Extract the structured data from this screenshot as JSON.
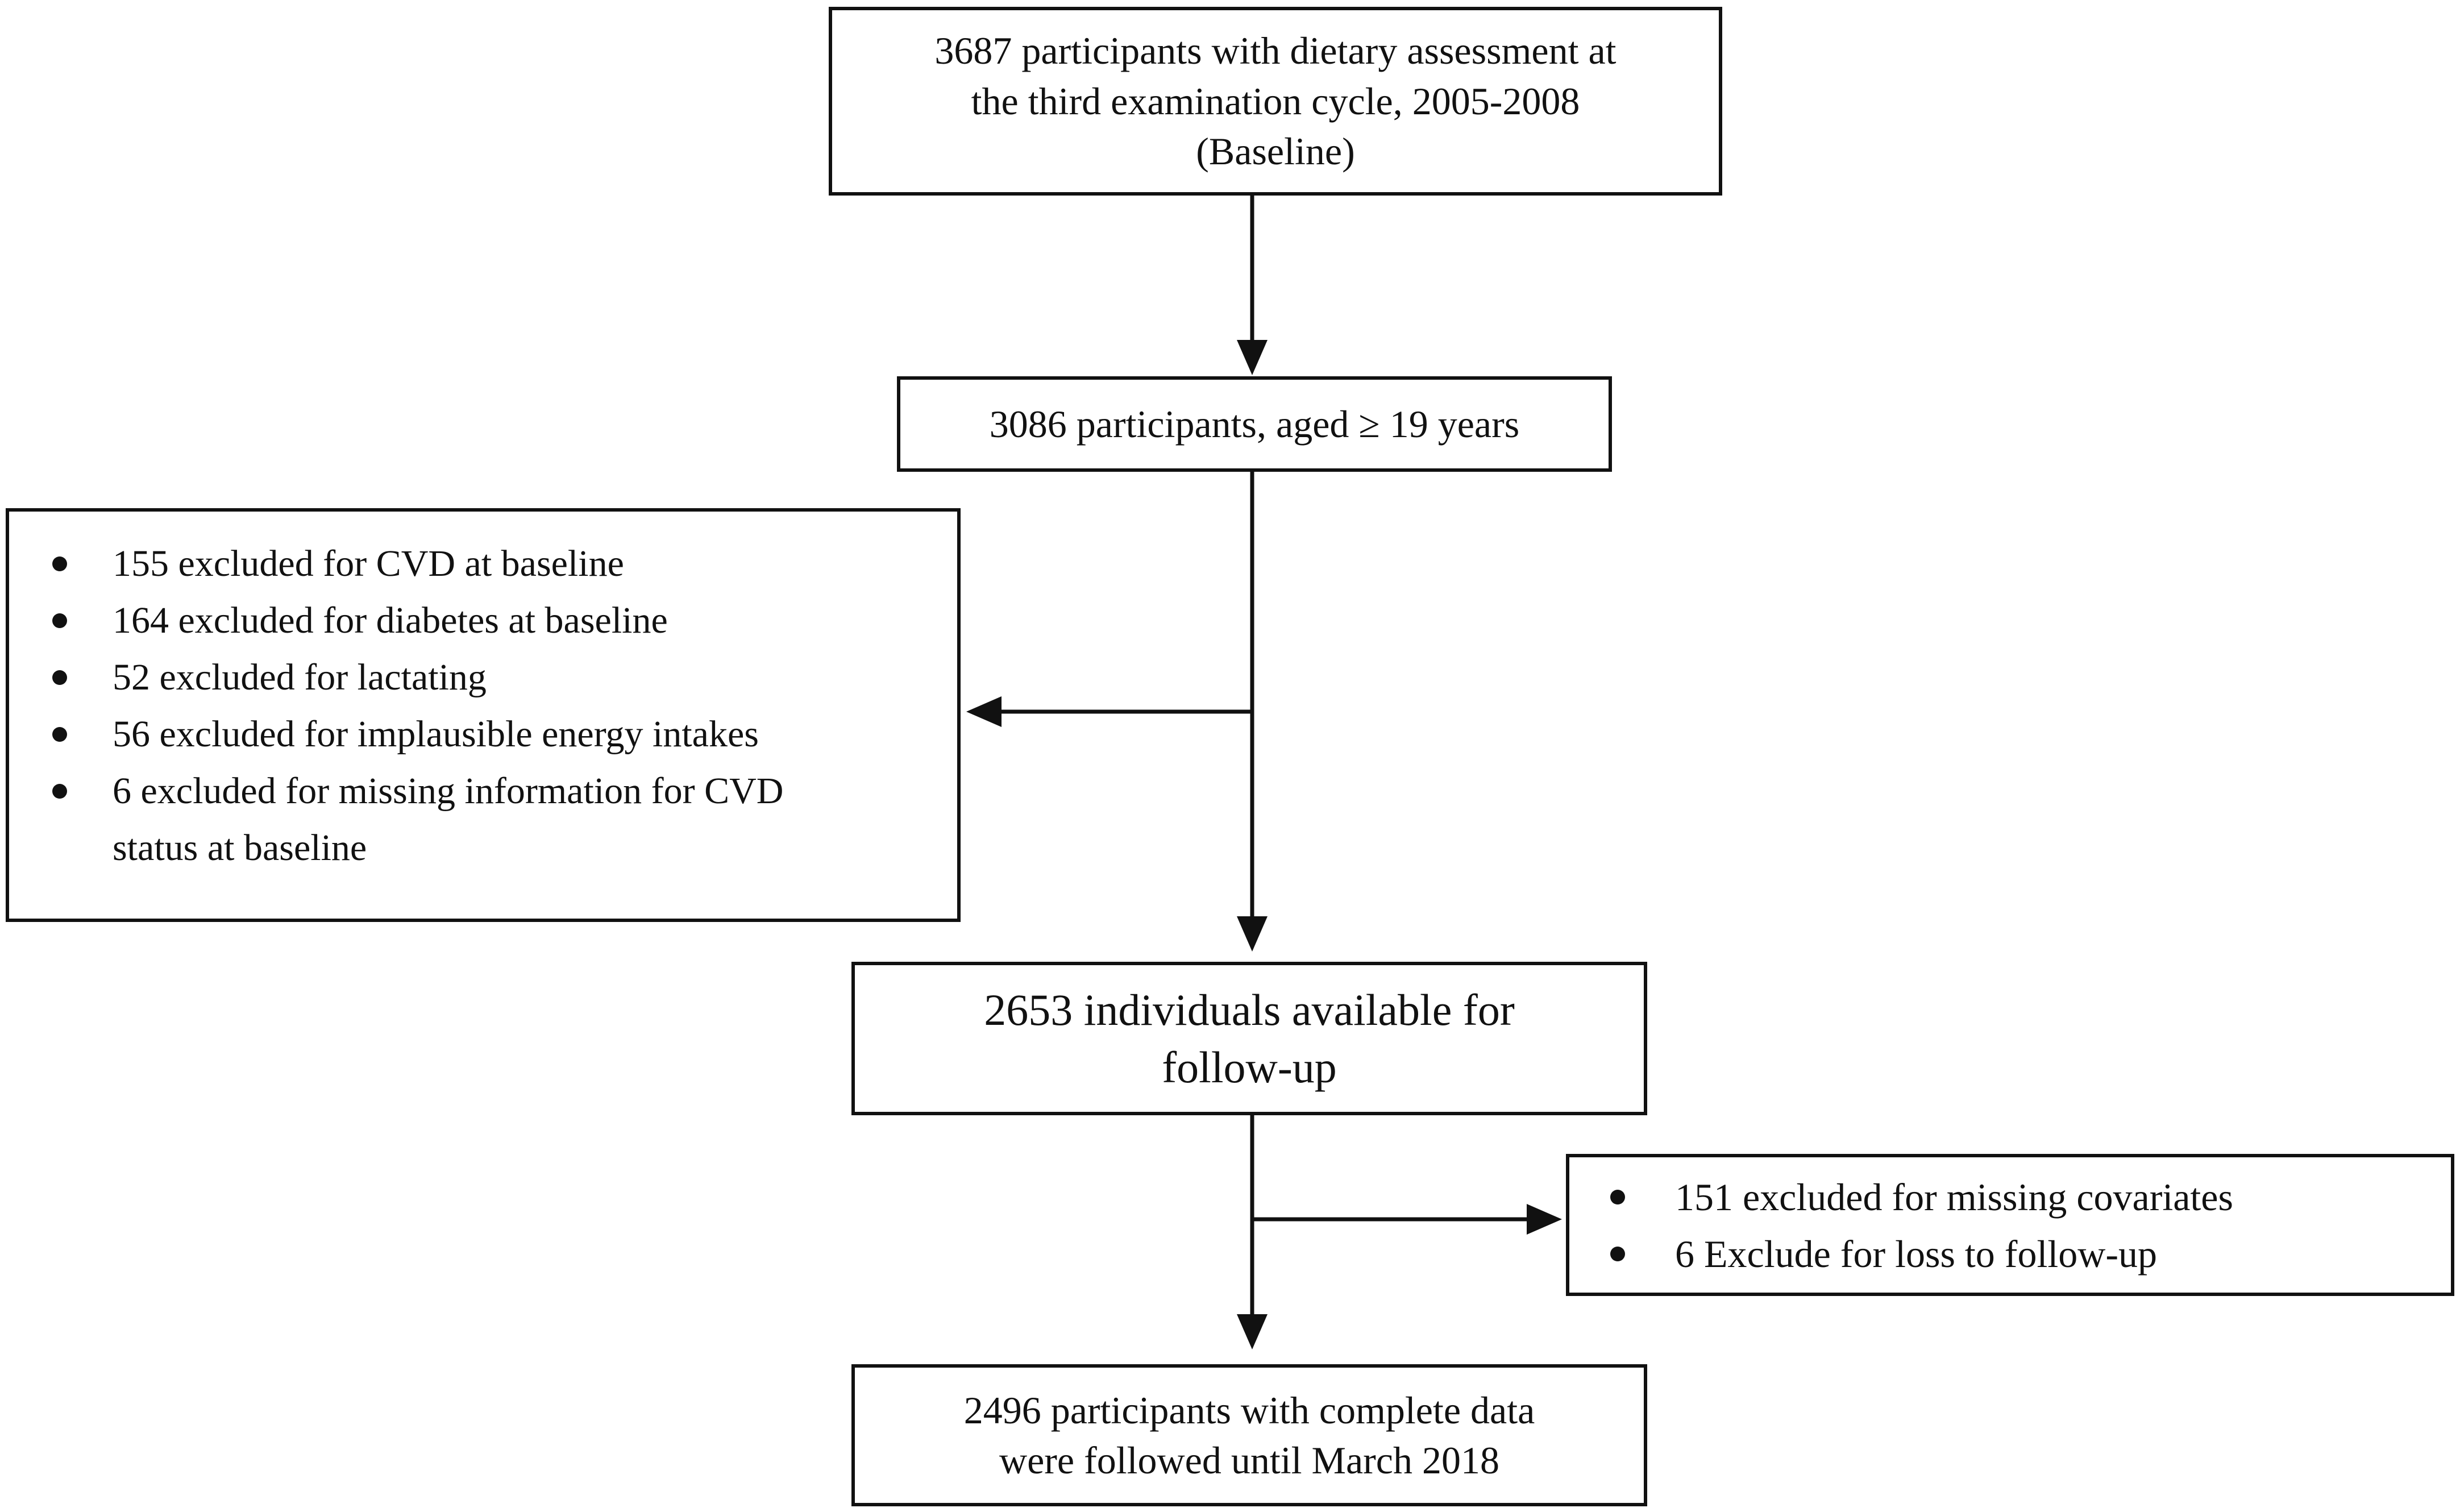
{
  "flowchart": {
    "baseline_box": {
      "lines": [
        "3687 participants with dietary assessment at",
        "the third examination cycle, 2005-2008",
        "(Baseline)"
      ]
    },
    "aged_box": {
      "text": "3086 participants, aged ≥ 19 years"
    },
    "exclusion_box_1": {
      "items": [
        "155 excluded for CVD at baseline",
        "164 excluded for diabetes at baseline",
        "52 excluded for lactating",
        "56 excluded for implausible energy intakes",
        "6 excluded for missing information for CVD"
      ],
      "continuation": "status at baseline"
    },
    "followup_box": {
      "lines": [
        "2653 individuals available for",
        "follow-up"
      ]
    },
    "exclusion_box_2": {
      "items": [
        "151 excluded for missing covariates",
        "6 Exclude for loss to follow-up"
      ]
    },
    "final_box": {
      "lines": [
        "2496 participants with complete data",
        "were followed until March 2018"
      ]
    }
  }
}
